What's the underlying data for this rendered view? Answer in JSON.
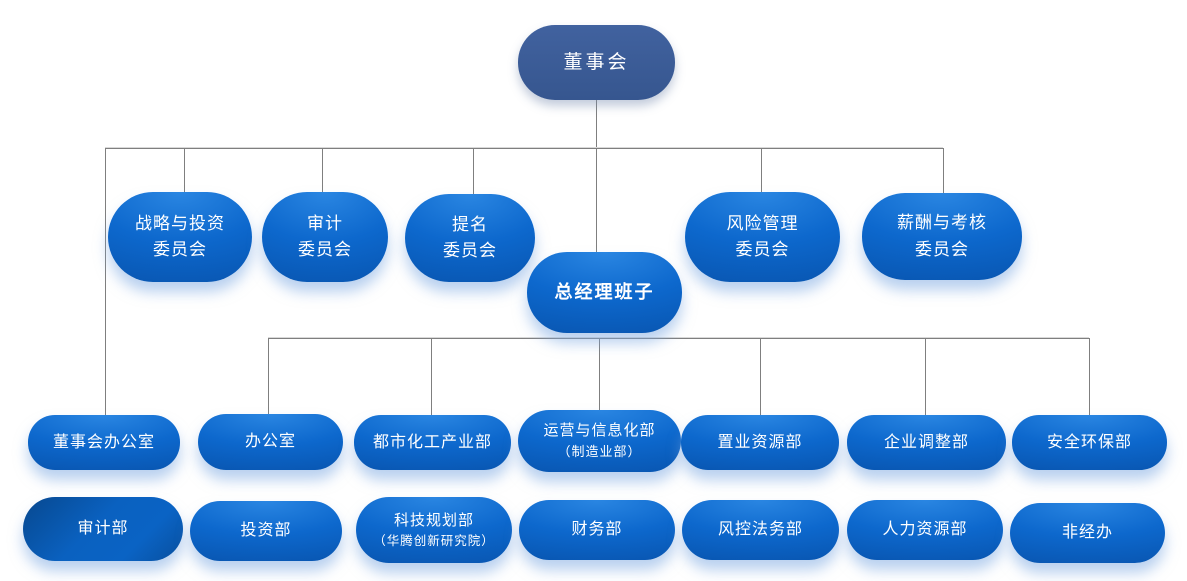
{
  "diagram": {
    "type": "org-chart",
    "palette": {
      "board_fill": "#36568F",
      "node_fill_light": "#2A86E2",
      "node_fill": "#0D68CD",
      "node_fill_dark": "#0854AE",
      "audit_dept_dark": "#07488F",
      "connector_line": "#7F7F7F",
      "text": "#FFFFFF",
      "background": "#FFFFFF"
    },
    "nodes": {
      "board": {
        "label": "董事会"
      },
      "committee_strategy": {
        "label": "战略与投资\n委员会"
      },
      "committee_audit": {
        "label": "审计\n委员会"
      },
      "committee_nomination": {
        "label": "提名\n委员会"
      },
      "committee_risk": {
        "label": "风险管理\n委员会"
      },
      "committee_compensation": {
        "label": "薪酬与考核\n委员会"
      },
      "gm_team": {
        "label": "总经理班子"
      },
      "dept_board_office": {
        "label": "董事会办公室"
      },
      "dept_office": {
        "label": "办公室"
      },
      "dept_urban_chemical": {
        "label": "都市化工产业部"
      },
      "dept_operations": {
        "label": "运营与信息化部",
        "sublabel": "（制造业部）"
      },
      "dept_realestate": {
        "label": "置业资源部"
      },
      "dept_enterprise_adjust": {
        "label": "企业调整部"
      },
      "dept_safety": {
        "label": "安全环保部"
      },
      "dept_audit": {
        "label": "审计部"
      },
      "dept_investment": {
        "label": "投资部"
      },
      "dept_tech_planning": {
        "label": "科技规划部",
        "sublabel": "（华腾创新研究院）"
      },
      "dept_finance": {
        "label": "财务部"
      },
      "dept_risk_legal": {
        "label": "风控法务部"
      },
      "dept_hr": {
        "label": "人力资源部"
      },
      "dept_non_operating": {
        "label": "非经办"
      }
    }
  }
}
